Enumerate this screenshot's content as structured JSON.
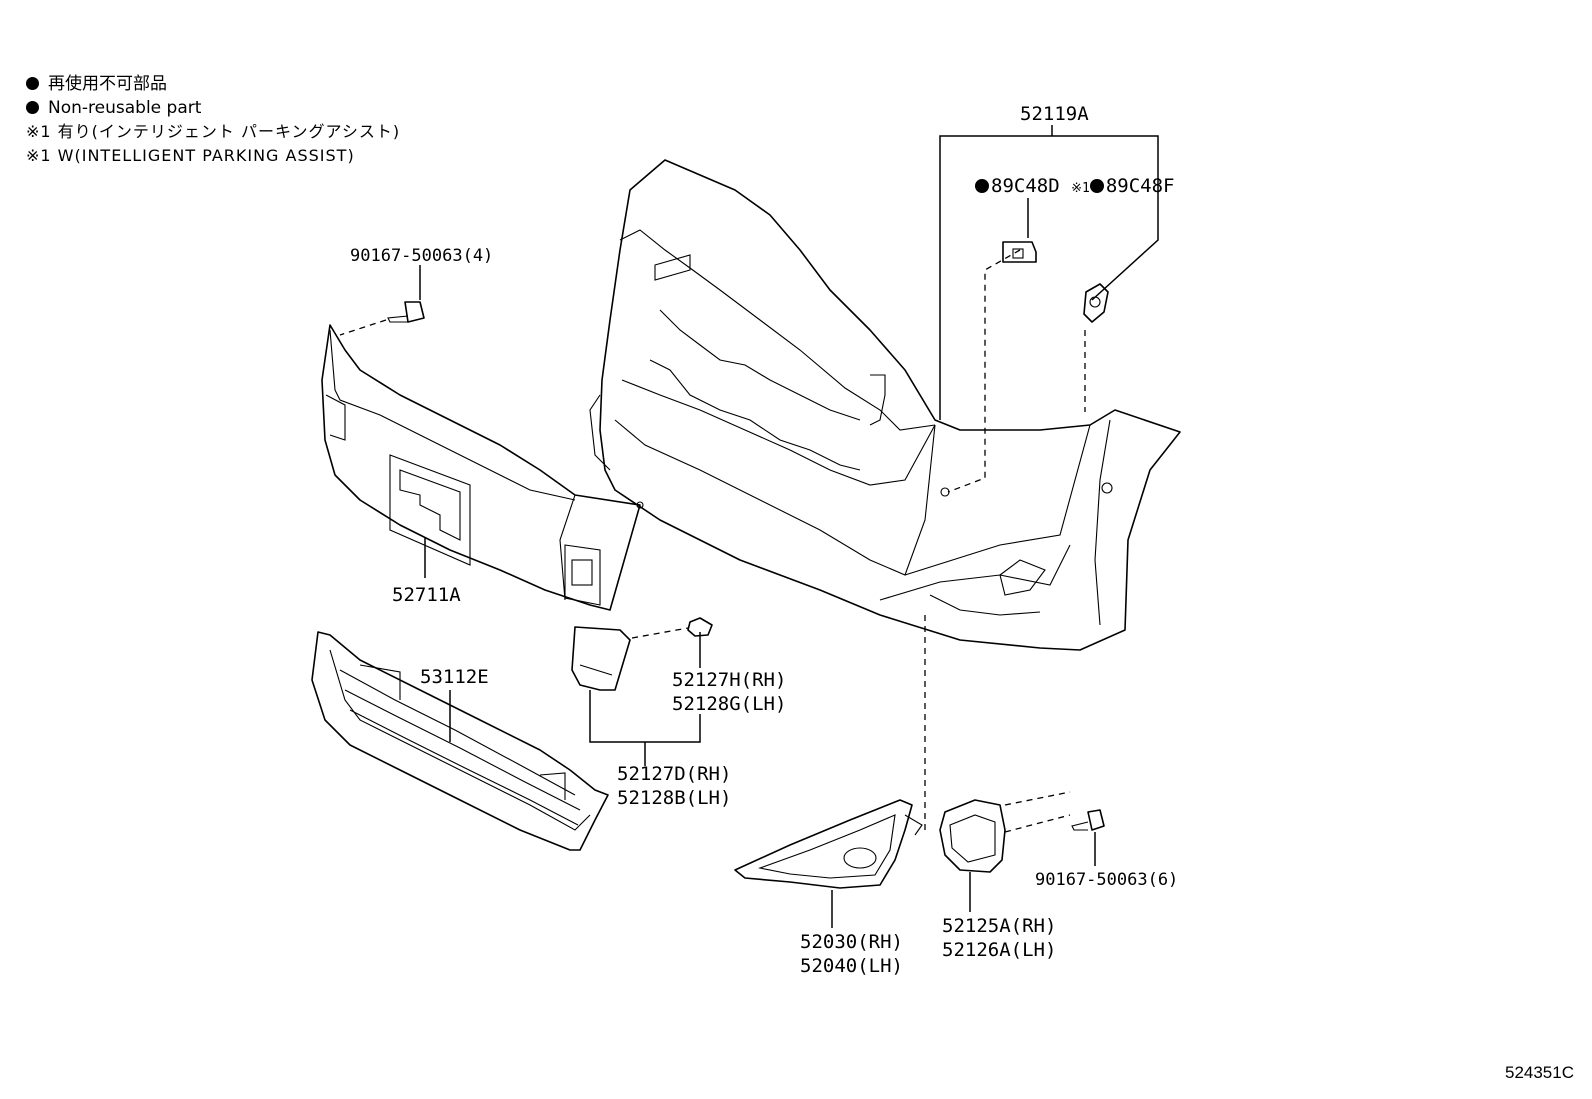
{
  "legend": {
    "non_reusable_ja": "再使用不可部品",
    "non_reusable_en": "Non-reusable part",
    "note_ja": "※1 有り(インテリジェント パーキングアシスト)",
    "note_en": "※1 W(INTELLIGENT PARKING ASSIST)"
  },
  "labels": {
    "bumper_cover": "52119A",
    "sensor_d": "89C48D",
    "sensor_ref": "※1",
    "sensor_f": "89C48F",
    "screw_top": "90167-50063(4)",
    "bumper_lower": "52711A",
    "grille": "53112E",
    "cap_rh": "52127H(RH)",
    "cap_lh": "52128G(LH)",
    "cover_rh": "52127D(RH)",
    "cover_lh": "52128B(LH)",
    "screw_right": "90167-50063(6)",
    "lamp_bezel_rh": "52030(RH)",
    "lamp_bezel_lh": "52040(LH)",
    "retainer_rh": "52125A(RH)",
    "retainer_lh": "52126A(LH)"
  },
  "diagram_code": "524351C"
}
